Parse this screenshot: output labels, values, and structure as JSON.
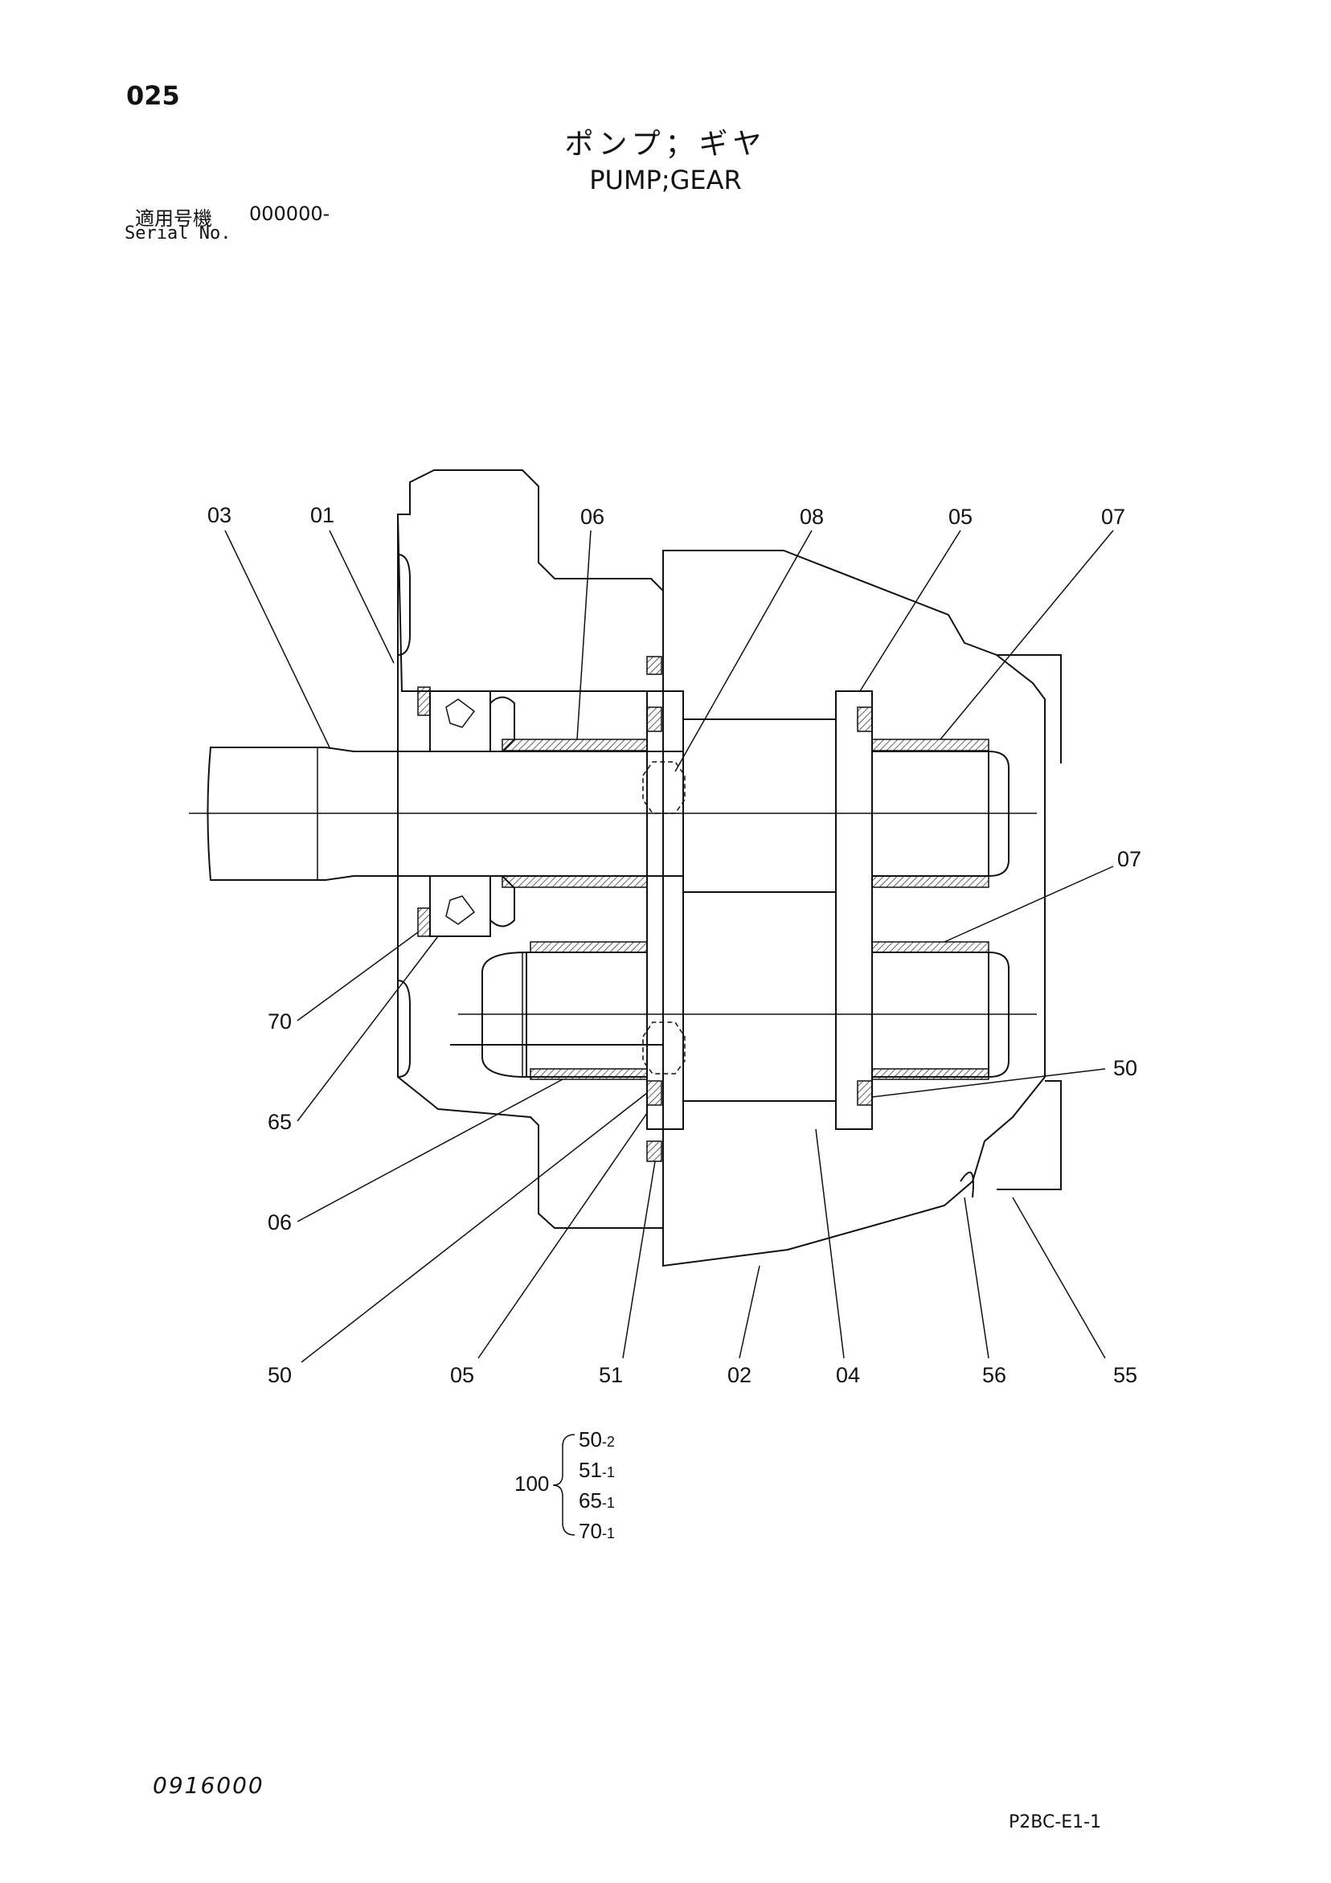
{
  "header": {
    "page_number": "025",
    "title_jp": "ポンプ；ギヤ",
    "title_en": "PUMP;GEAR",
    "serial_label_jp": "適用号機",
    "serial_value": "000000-",
    "serial_label_en": "Serial No."
  },
  "callouts": [
    {
      "id": "03",
      "label": "03"
    },
    {
      "id": "01",
      "label": "01"
    },
    {
      "id": "06-top",
      "label": "06"
    },
    {
      "id": "08",
      "label": "08"
    },
    {
      "id": "05-top",
      "label": "05"
    },
    {
      "id": "07-top",
      "label": "07"
    },
    {
      "id": "07-mid",
      "label": "07"
    },
    {
      "id": "50-right",
      "label": "50"
    },
    {
      "id": "70",
      "label": "70"
    },
    {
      "id": "65",
      "label": "65"
    },
    {
      "id": "06-left",
      "label": "06"
    },
    {
      "id": "50-bottom",
      "label": "50"
    },
    {
      "id": "05-bottom",
      "label": "05"
    },
    {
      "id": "51",
      "label": "51"
    },
    {
      "id": "02",
      "label": "02"
    },
    {
      "id": "04",
      "label": "04"
    },
    {
      "id": "56",
      "label": "56"
    },
    {
      "id": "55",
      "label": "55"
    }
  ],
  "kit": {
    "number": "100",
    "items": [
      {
        "part": "50",
        "qty": "-2"
      },
      {
        "part": "51",
        "qty": "-1"
      },
      {
        "part": "65",
        "qty": "-1"
      },
      {
        "part": "70",
        "qty": "-1"
      }
    ]
  },
  "footer": {
    "doc_code": "0916000",
    "page_ref": "P2BC-E1-1"
  }
}
